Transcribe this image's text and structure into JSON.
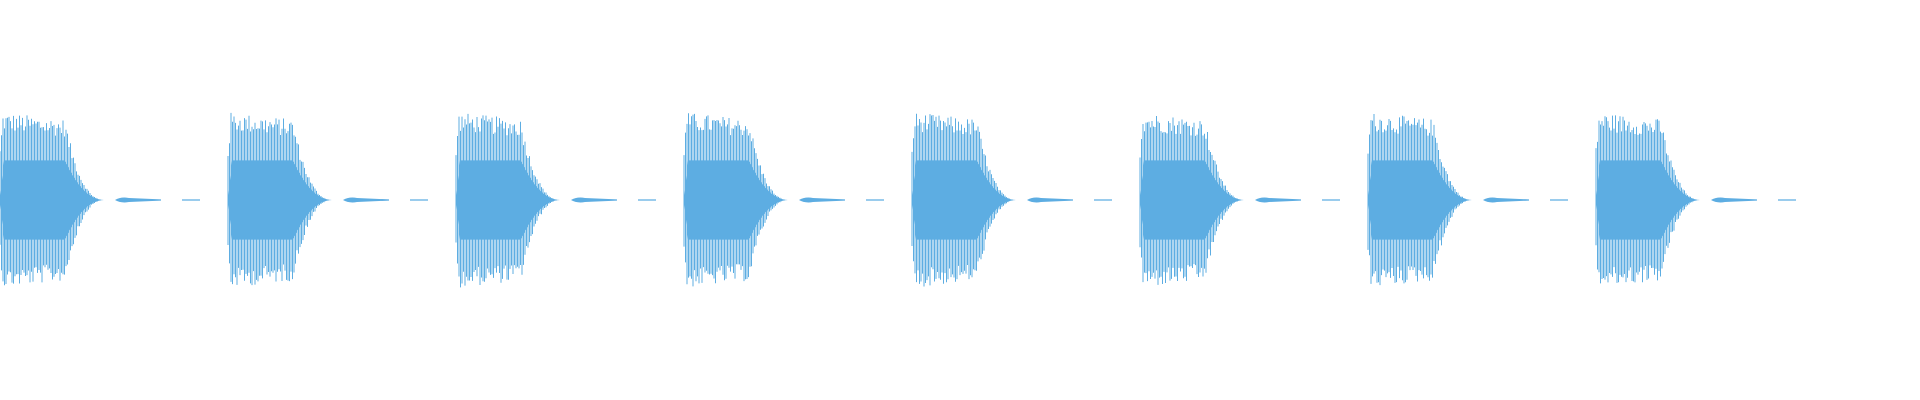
{
  "waveform": {
    "color": "#5dade2",
    "background": "#ffffff",
    "burst_count": 8,
    "envelope_shape": "sustained-then-decay",
    "tail_segments": 3
  }
}
